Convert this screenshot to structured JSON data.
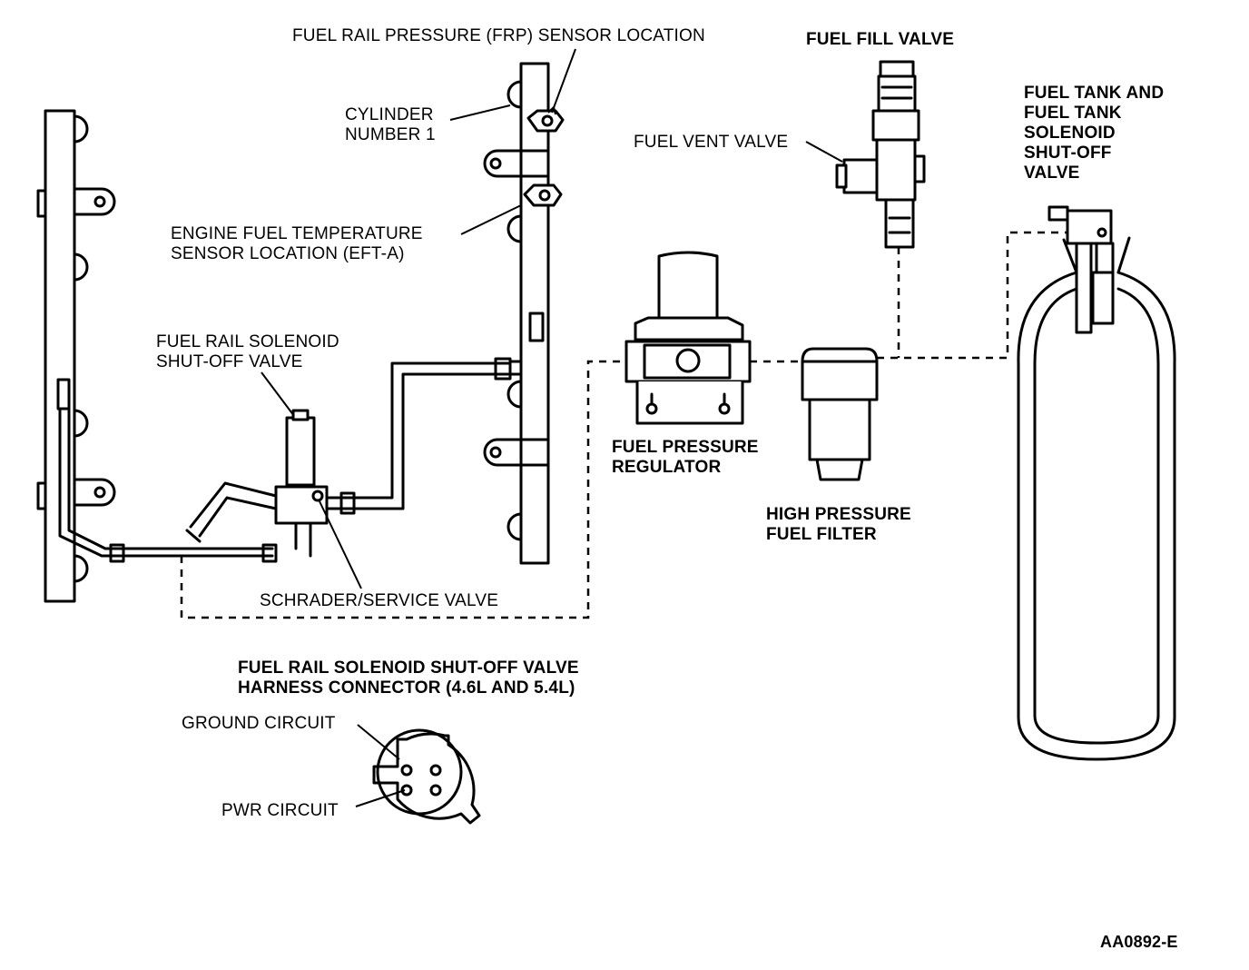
{
  "labels": {
    "frp_sensor": "FUEL RAIL PRESSURE (FRP) SENSOR LOCATION",
    "fuel_fill_valve": "FUEL FILL VALVE",
    "fuel_tank": "FUEL TANK AND\nFUEL TANK\nSOLENOID\nSHUT-OFF\nVALVE",
    "cylinder": "CYLINDER\nNUMBER 1",
    "fuel_vent_valve": "FUEL VENT VALVE",
    "eft_sensor": "ENGINE FUEL TEMPERATURE\nSENSOR LOCATION (EFT-A)",
    "rail_solenoid": "FUEL RAIL SOLENOID\nSHUT-OFF VALVE",
    "pressure_regulator": "FUEL PRESSURE\nREGULATOR",
    "fuel_filter": "HIGH PRESSURE\nFUEL FILTER",
    "schrader": "SCHRADER/SERVICE VALVE",
    "harness_title": "FUEL RAIL SOLENOID SHUT-OFF VALVE\nHARNESS CONNECTOR (4.6L AND 5.4L)",
    "ground_circuit": "GROUND CIRCUIT",
    "pwr_circuit": "PWR CIRCUIT",
    "figure_code": "AA0892-E"
  }
}
